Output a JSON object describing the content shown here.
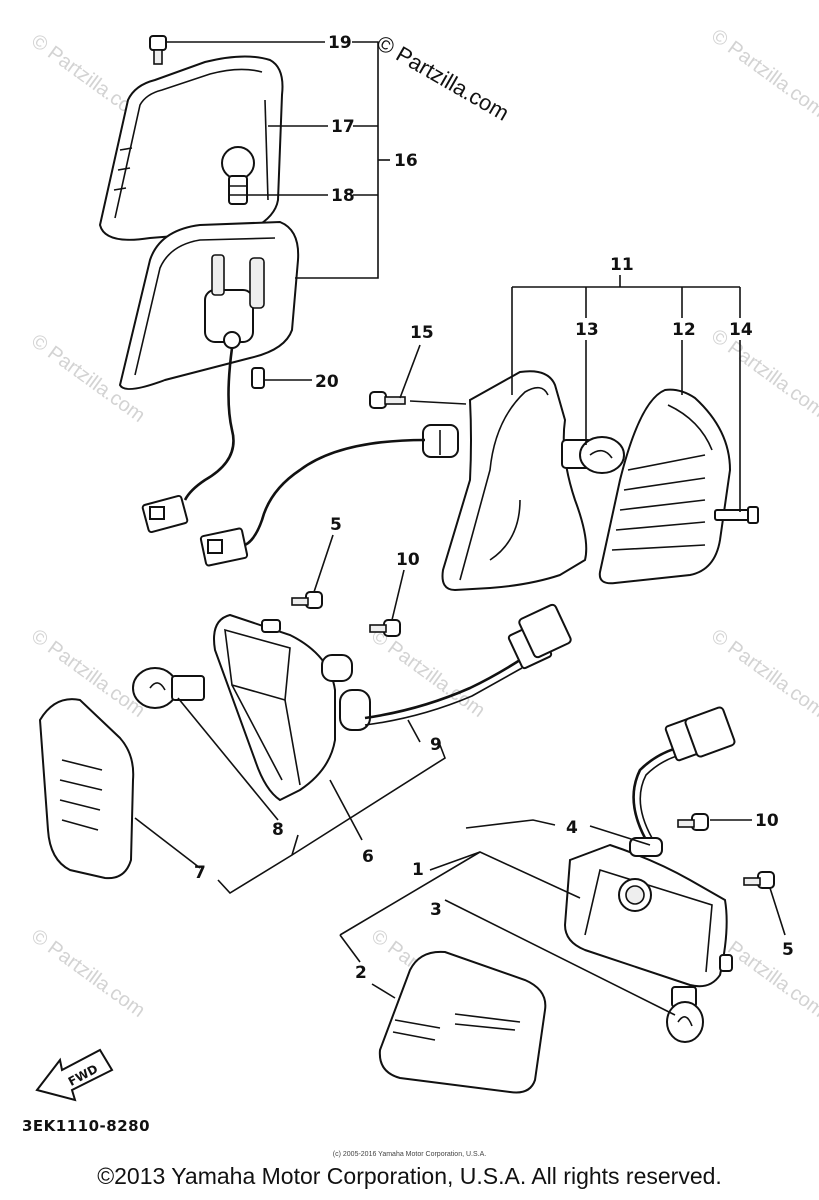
{
  "watermark": {
    "main": "© Partzilla.com",
    "tile": "© Partzilla.com"
  },
  "callouts": [
    "19",
    "17",
    "16",
    "18",
    "20",
    "15",
    "11",
    "13",
    "12",
    "14",
    "5",
    "10",
    "9",
    "8",
    "6",
    "7",
    "4",
    "10",
    "1",
    "3",
    "5",
    "2"
  ],
  "fwd_label": "FWD",
  "part_code": "3EK1110-8280",
  "fine_print": "(c) 2005-2016 Yamaha Motor Corporation, U.S.A.",
  "copyright": "©2013 Yamaha Motor Corporation, U.S.A. All rights reserved."
}
